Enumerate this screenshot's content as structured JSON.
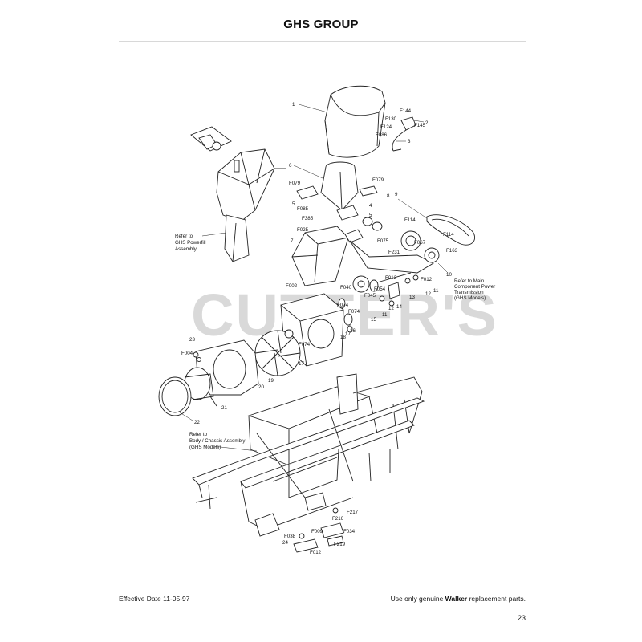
{
  "page": {
    "title": "GHS GROUP",
    "effective_date": "Effective Date 11-05-97",
    "footer_note_prefix": "Use only genuine ",
    "footer_note_brand": "Walker",
    "footer_note_suffix": " replacement parts.",
    "page_number": "23"
  },
  "watermark": {
    "text": "CUTTER'S"
  },
  "references": {
    "powerfill": [
      "Refer to",
      "GHS Powerfill",
      "Assembly"
    ],
    "main_transmission": [
      "Refer to Main",
      "Component Power",
      "Transmission",
      "(GHS Models)"
    ],
    "body_chassis": [
      "Refer to",
      "Body / Chassis Assembly",
      "(GHS Models)"
    ]
  },
  "callouts": {
    "c1": "1",
    "c2": "2",
    "c3": "3",
    "c4": "4",
    "c4b": "4",
    "c5": "5",
    "c5b": "5",
    "c6": "6",
    "c7": "7",
    "c8": "8",
    "c9": "9",
    "c10": "10",
    "c11": "11",
    "c11b": "11",
    "c12": "12",
    "c12b": "12",
    "c13": "13",
    "c14": "14",
    "c15": "15",
    "c16": "16",
    "c17": "17",
    "c17b": "17",
    "c18": "18",
    "c19": "19",
    "c20": "20",
    "c21": "21",
    "c22": "22",
    "c23": "23",
    "c24": "24",
    "f144": "F144",
    "f130": "F130",
    "f145": "F145",
    "f124": "F124",
    "f086": "F086",
    "f079": "F079",
    "f079b": "F079",
    "f085": "F085",
    "f385": "F385",
    "f025": "F025",
    "f002": "F002",
    "f114": "F114",
    "f114b": "F114",
    "f075": "F075",
    "f067": "F067",
    "f163": "F163",
    "f231": "F231",
    "f012": "F012",
    "f012b": "F012",
    "f012c": "F012",
    "f040": "F040",
    "f054": "F054",
    "f045": "F045",
    "f074": "F074",
    "f074b": "F074",
    "f004": "F004",
    "f217": "F217",
    "f216": "F216",
    "f009": "F009",
    "f034": "F034",
    "f038": "F038",
    "f219": "F219"
  }
}
